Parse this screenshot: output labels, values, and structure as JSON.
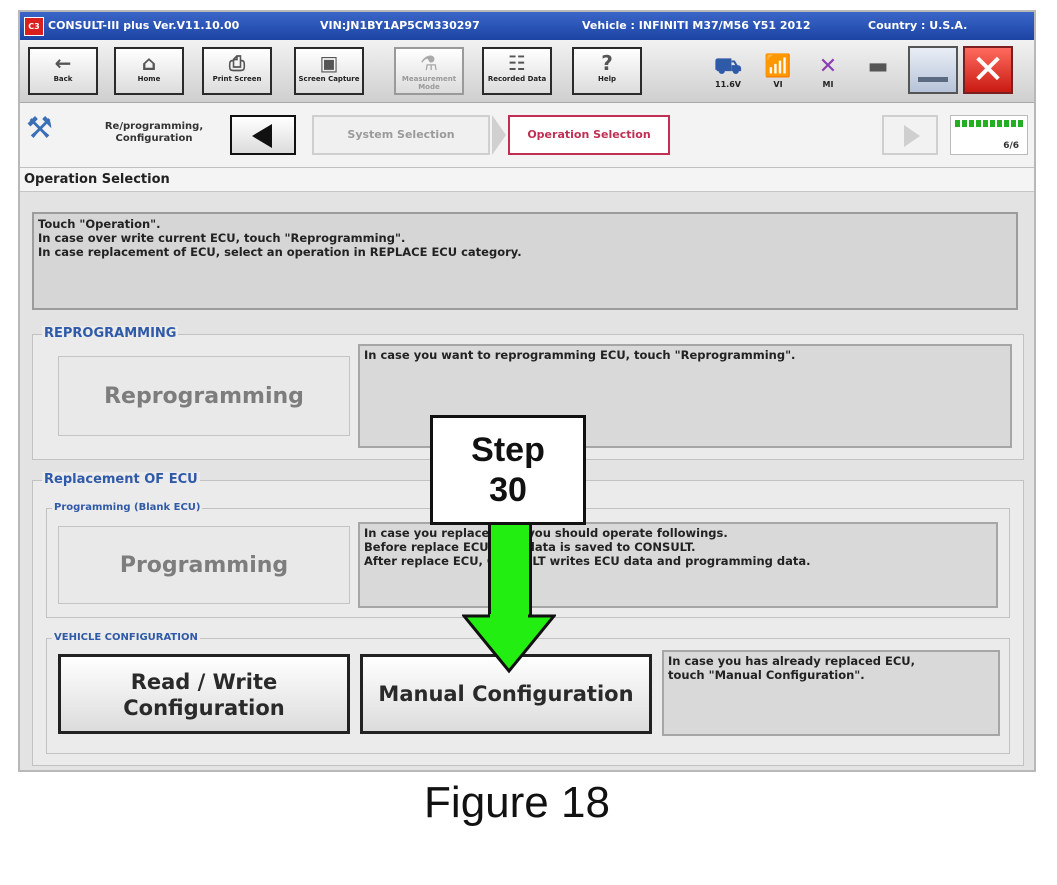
{
  "titlebar": {
    "app": "CONSULT-III plus  Ver.V11.10.00",
    "vin": "VIN:JN1BY1AP5CM330297",
    "vehicle": "Vehicle : INFINITI M37/M56 Y51 2012",
    "country": "Country : U.S.A.",
    "logo": "C3"
  },
  "toolbar": {
    "back": "Back",
    "home": "Home",
    "print": "Print Screen",
    "capture": "Screen Capture",
    "measurement": "Measurement Mode",
    "recorded": "Recorded Data",
    "help": "Help",
    "voltage": "11.6V",
    "vi": "VI",
    "mi": "MI"
  },
  "nav": {
    "reprog_label": "Re/programming, Configuration",
    "crumb_system": "System Selection",
    "crumb_operation": "Operation Selection",
    "step_count": "6/6"
  },
  "section_header": "Operation Selection",
  "instructions": [
    "Touch \"Operation\".",
    "In case over write current ECU, touch \"Reprogramming\".",
    "In case replacement of ECU, select an operation in REPLACE ECU category."
  ],
  "reprogramming": {
    "title": "REPROGRAMMING",
    "button": "Reprogramming",
    "desc": "In case you want to reprogramming ECU, touch \"Reprogramming\"."
  },
  "replacement": {
    "title": "Replacement OF ECU",
    "programming_title": "Programming (Blank ECU)",
    "programming_button": "Programming",
    "programming_desc": [
      "In case you replace ECU, you should operate followings.",
      "Before replace ECU, ECU data is saved to CONSULT.",
      "After replace ECU, CONSULT writes ECU data and programming data."
    ],
    "vehicle_config_title": "VEHICLE CONFIGURATION",
    "rw_line1": "Read / Write",
    "rw_line2": "Configuration",
    "manual_button": "Manual Configuration",
    "manual_desc": [
      "In case you has already replaced ECU,",
      "touch \"Manual Configuration\"."
    ]
  },
  "callout": {
    "line1": "Step",
    "line2": "30"
  },
  "progress": 1.0,
  "caption": "Figure 18",
  "colors": {
    "titlebar": "#1c44a3",
    "active_crumb": "#c02f53",
    "group_title": "#2f5aa8",
    "arrow": "#22ee11",
    "close": "#c81a12"
  }
}
